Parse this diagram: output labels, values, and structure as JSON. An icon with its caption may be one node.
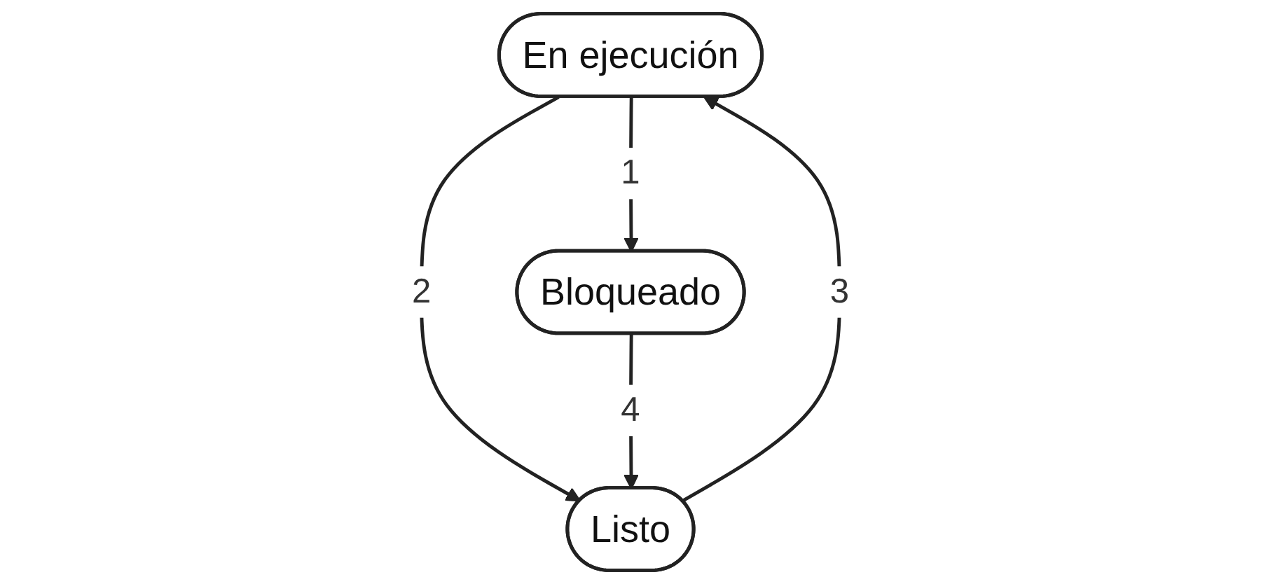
{
  "diagram": {
    "nodes": [
      {
        "text": [
          "En ejecución"
        ]
      },
      {
        "text": [
          "Bloqueado"
        ]
      },
      {
        "text": [
          "Listo"
        ]
      }
    ],
    "edges": [
      {
        "from": 0,
        "to": 1,
        "arrow": "to",
        "label": "1"
      },
      {
        "from": 0,
        "to": 2,
        "arrow": "to",
        "label": "2"
      },
      {
        "from": 2,
        "to": 0,
        "arrow": "to",
        "label": "3"
      },
      {
        "from": 1,
        "to": 2,
        "arrow": "to",
        "label": "4"
      }
    ]
  }
}
